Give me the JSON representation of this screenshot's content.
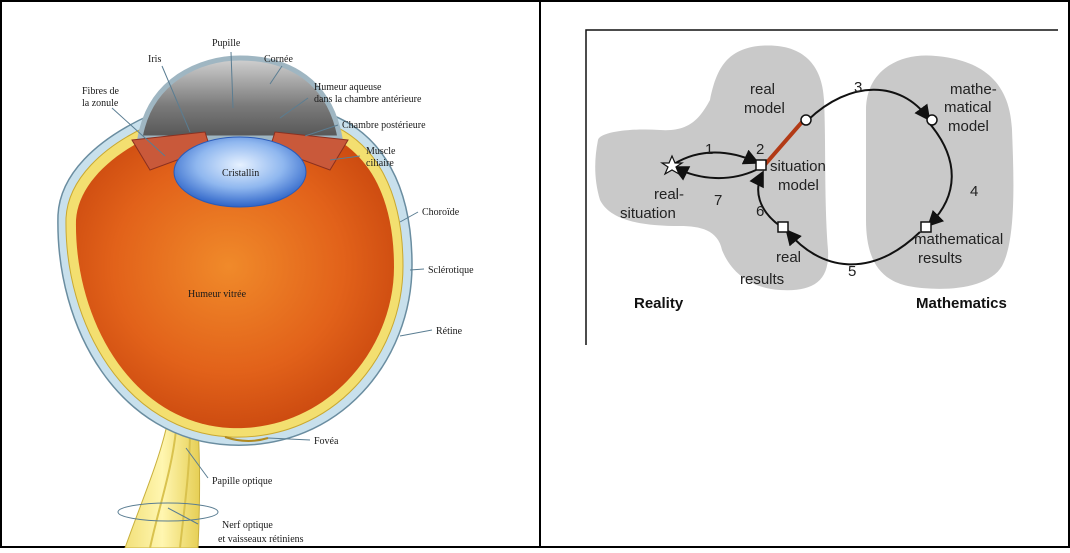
{
  "eye": {
    "labels": {
      "pupille": "Pupille",
      "iris": "Iris",
      "cornee": "Cornée",
      "fibres1": "Fibres de",
      "fibres2": "la zonule",
      "humeur_aqueuse1": "Humeur aqueuse",
      "humeur_aqueuse2": "dans la chambre antérieure",
      "chambre_post": "Chambre postérieure",
      "muscle1": "Muscle",
      "muscle2": "ciliaire",
      "cristallin": "Cristallin",
      "choroide": "Choroïde",
      "sclerotique": "Sclérotique",
      "humeur_vitree": "Humeur vitrée",
      "retine": "Rétine",
      "fovea": "Fovéa",
      "papille": "Papille optique",
      "nerf1": "Nerf optique",
      "nerf2": "et vaisseaux rétiniens"
    }
  },
  "cycle": {
    "nodes": {
      "real_model1": "real",
      "real_model2": "model",
      "math_model1": "mathe-",
      "math_model2": "matical",
      "math_model3": "model",
      "real_sit1": "real-",
      "real_sit2": "situation",
      "sit_model1": "situation",
      "sit_model2": "model",
      "math_results1": "mathematical",
      "math_results2": "results",
      "real_results1": "real",
      "real_results2": "results"
    },
    "steps": {
      "s1": "1",
      "s2": "2",
      "s3": "3",
      "s4": "4",
      "s5": "5",
      "s6": "6",
      "s7": "7"
    },
    "regions": {
      "reality": "Reality",
      "mathematics": "Mathematics"
    }
  }
}
